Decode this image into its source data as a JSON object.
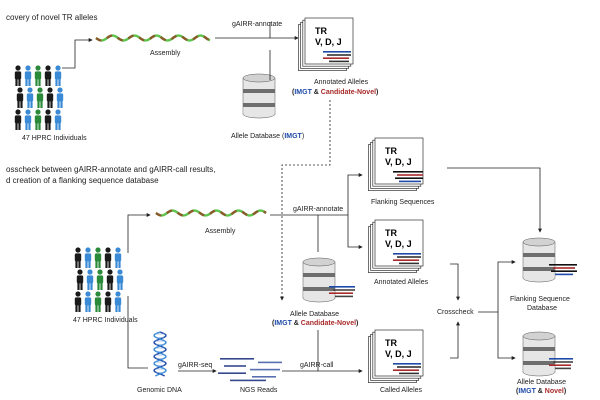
{
  "colors": {
    "imgt_blue": "#1f4aa8",
    "novel_red": "#a82a2a",
    "wave_green": "#5cc44a",
    "wave_brown": "#8a5a2a",
    "person_colors": [
      "#1a1a1a",
      "#f0b020",
      "#3a8ad6",
      "#9a9a9a",
      "#2a8a3a",
      "#7a4aa0"
    ]
  },
  "section1": {
    "title": "covery of novel TR alleles",
    "individuals_label": "47 HPRC Individuals",
    "assembly_label": "Assembly",
    "annotate_label": "gAIRR-annotate",
    "card_lines": [
      "TR",
      "V, D, J"
    ],
    "annotated_alleles_label": "Annotated Alleles",
    "annotated_note": {
      "open": "(",
      "imgt": "IMGT",
      "amp": " & ",
      "novel": "Candidate-Novel",
      "close": ")"
    },
    "allele_db_label": {
      "text": "Allele Database (",
      "imgt": "IMGT",
      "close": ")"
    }
  },
  "section2": {
    "title_line1": "osscheck between gAIRR-annotate and gAIRR-call results,",
    "title_line2": "d creation of a flanking sequence database",
    "individuals_label": "47 HPRC Individuals",
    "assembly_label": "Assembly",
    "annotate_label": "gAIRR-annotate",
    "flanking_label": "Flanking Sequences",
    "annotated_alleles_label": "Annotated Alleles",
    "allele_db_label": "Allele Database",
    "allele_db_note": {
      "open": "(",
      "imgt": "IMGT",
      "amp": " & ",
      "novel": "Candidate-Novel",
      "close": ")"
    },
    "genomic_dna_label": "Genomic DNA",
    "seq_label": "gAIRR-seq",
    "ngs_label": "NGS Reads",
    "call_label": "gAIRR-call",
    "called_alleles_label": "Called Alleles",
    "crosscheck_label": "Crosscheck",
    "flanking_db_label_line1": "Flanking Sequence",
    "flanking_db_label_line2": "Database",
    "final_db_label": "Allele Database",
    "final_db_note": {
      "open": "(",
      "imgt": "IMGT",
      "amp": " & ",
      "novel": "Novel",
      "close": ")"
    }
  }
}
